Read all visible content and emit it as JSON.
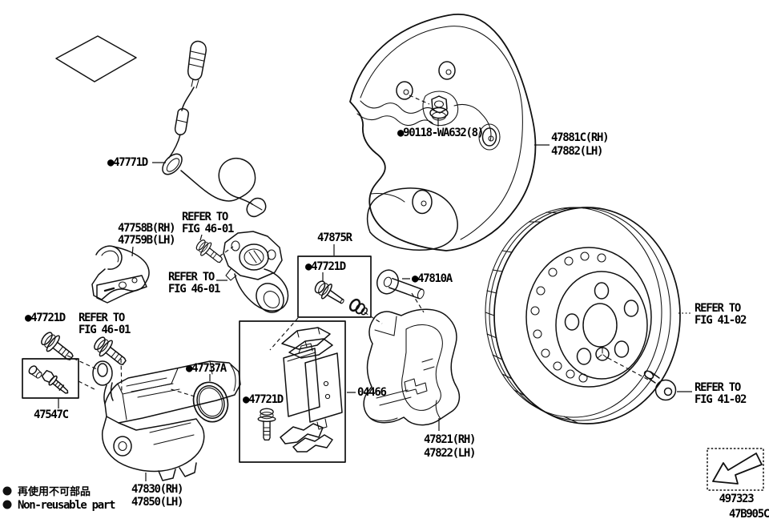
{
  "symbols": {
    "non_reusable_marker": "●"
  },
  "legend": {
    "marker_jp": "再使用不可部品",
    "marker_en": "Non-reusable part"
  },
  "notes": {
    "refer": "REFER TO",
    "fig_46_01": "FIG 46-01",
    "fig_41_02": "FIG 41-02"
  },
  "parts": {
    "pad_wear_sensor": "47771D",
    "sensor_bracket_rh": "47758B(RH)",
    "sensor_bracket_lh": "47759B(LH)",
    "shield_bolt": "90118-WA632(8)",
    "dust_shield_rh": "47881C(RH)",
    "dust_shield_lh": "47882(LH)",
    "slide_pin_kit": "47875R",
    "slide_pin_kit_bolt": "47721D",
    "slide_pin": "47810A",
    "caliper_bolt": "47721D",
    "piston_seal": "47737A",
    "pad_kit_bolt": "47721D",
    "brake_pad_kit": "04466",
    "bleeder_plug_kit": "47547C",
    "mount_bracket_rh": "47821(RH)",
    "mount_bracket_lh": "47822(LH)",
    "caliper_assy_rh": "47830(RH)",
    "caliper_assy_lh": "47850(LH)"
  },
  "footer": {
    "direction_code": "497323",
    "figure_code": "47B905C"
  }
}
